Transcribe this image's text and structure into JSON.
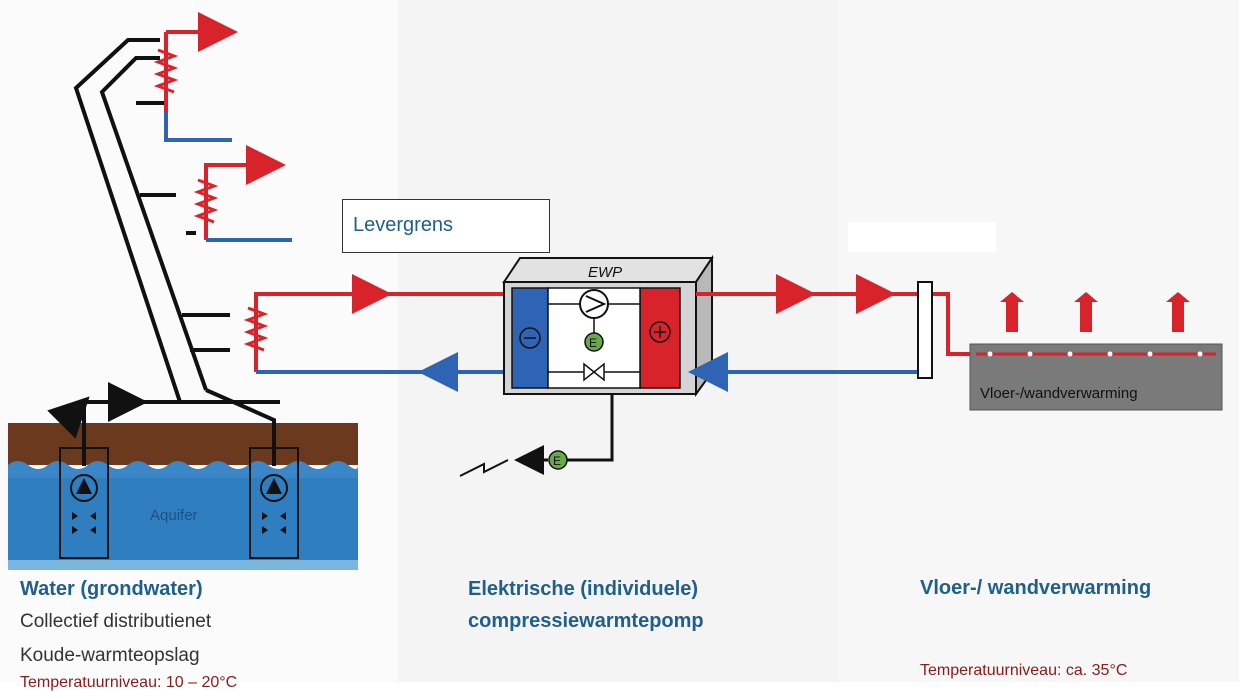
{
  "labels": {
    "levergrens": "Levergrens",
    "ewp": "EWP",
    "minus": "⊖",
    "plus": "⊕",
    "e_symbol": "E",
    "aquifer": "Aquifer",
    "floor": "Vloer-/wandverwarming"
  },
  "columns": {
    "left": {
      "title": "Water (grondwater)",
      "line1": "Collectief distributienet",
      "line2": "Koude-warmteopslag",
      "line3_partial": "Temperatuurniveau: 10 – 20°C"
    },
    "middle": {
      "title_line1": "Elektrische  (individuele)",
      "title_line2": "compressiewarmtepomp"
    },
    "right": {
      "title": "Vloer-/ wandverwarming",
      "temp": "Temperatuurniveau: ca. 35°C"
    }
  },
  "colors": {
    "hot": "#d8232a",
    "cold": "#2f63b3",
    "ground": "#6b3a1e",
    "water": "#2f7fc0",
    "grey": "#7a7a7a",
    "green": "#6aa94a",
    "header": "#1f5f8b"
  }
}
